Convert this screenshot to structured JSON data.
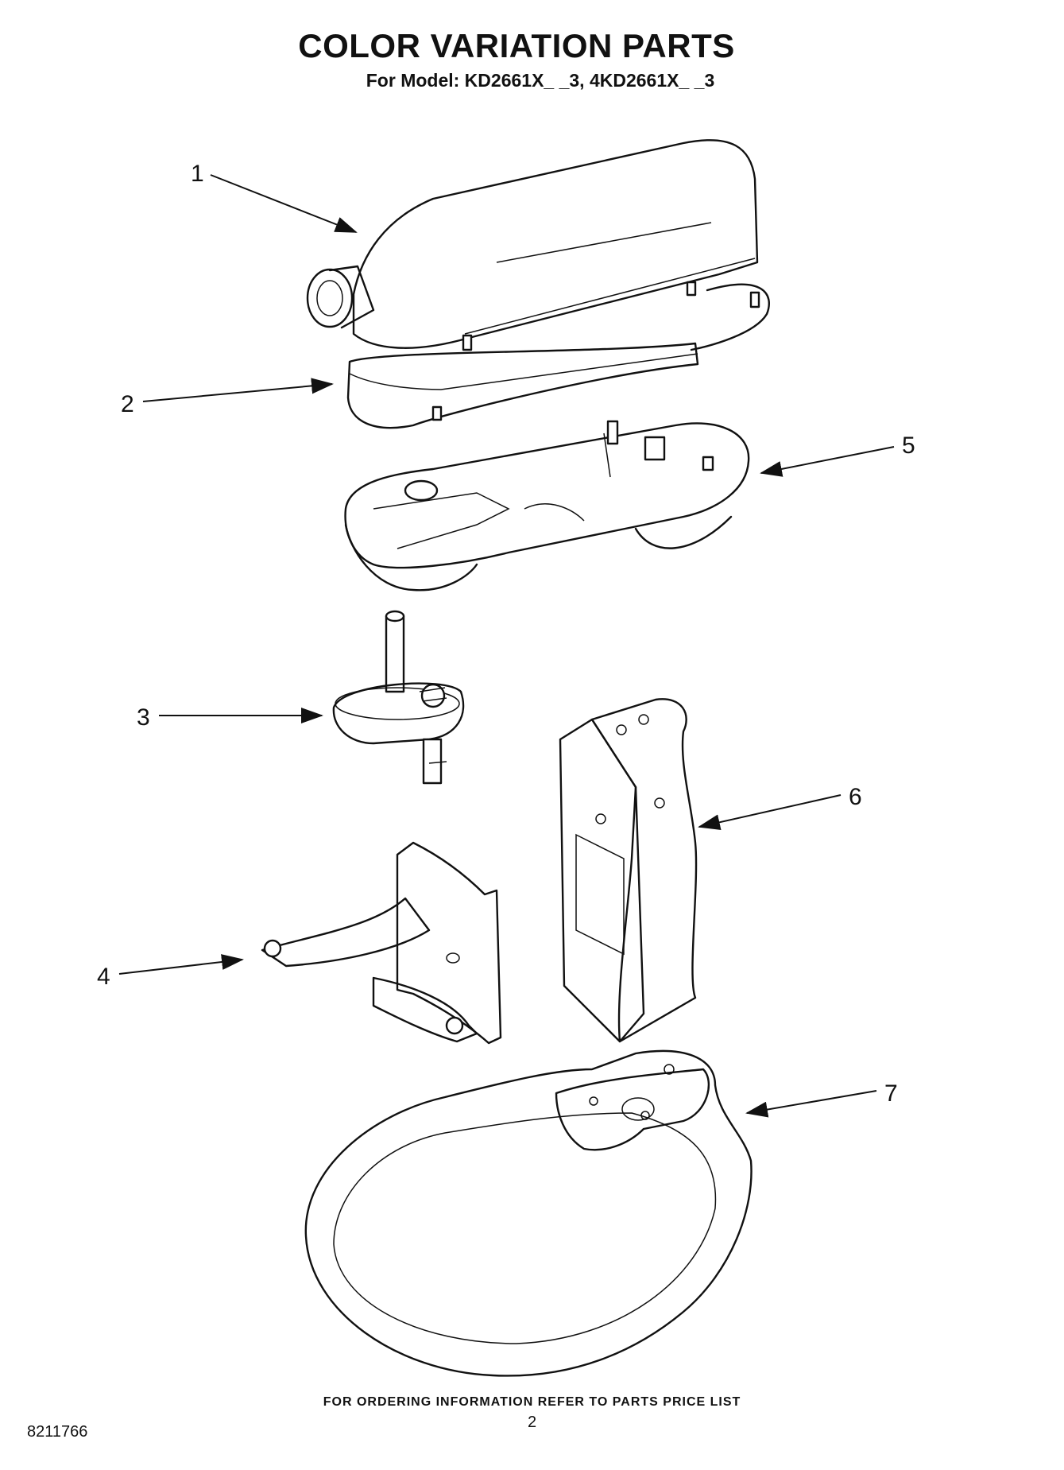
{
  "header": {
    "title": "COLOR VARIATION PARTS",
    "subtitle": "For Model: KD2661X_ _3, 4KD2661X_ _3"
  },
  "callouts": [
    "1",
    "2",
    "3",
    "4",
    "5",
    "6",
    "7"
  ],
  "footer": {
    "ordering_note": "FOR ORDERING INFORMATION REFER TO PARTS PRICE LIST",
    "doc_number": "8211766",
    "page_number": "2"
  }
}
